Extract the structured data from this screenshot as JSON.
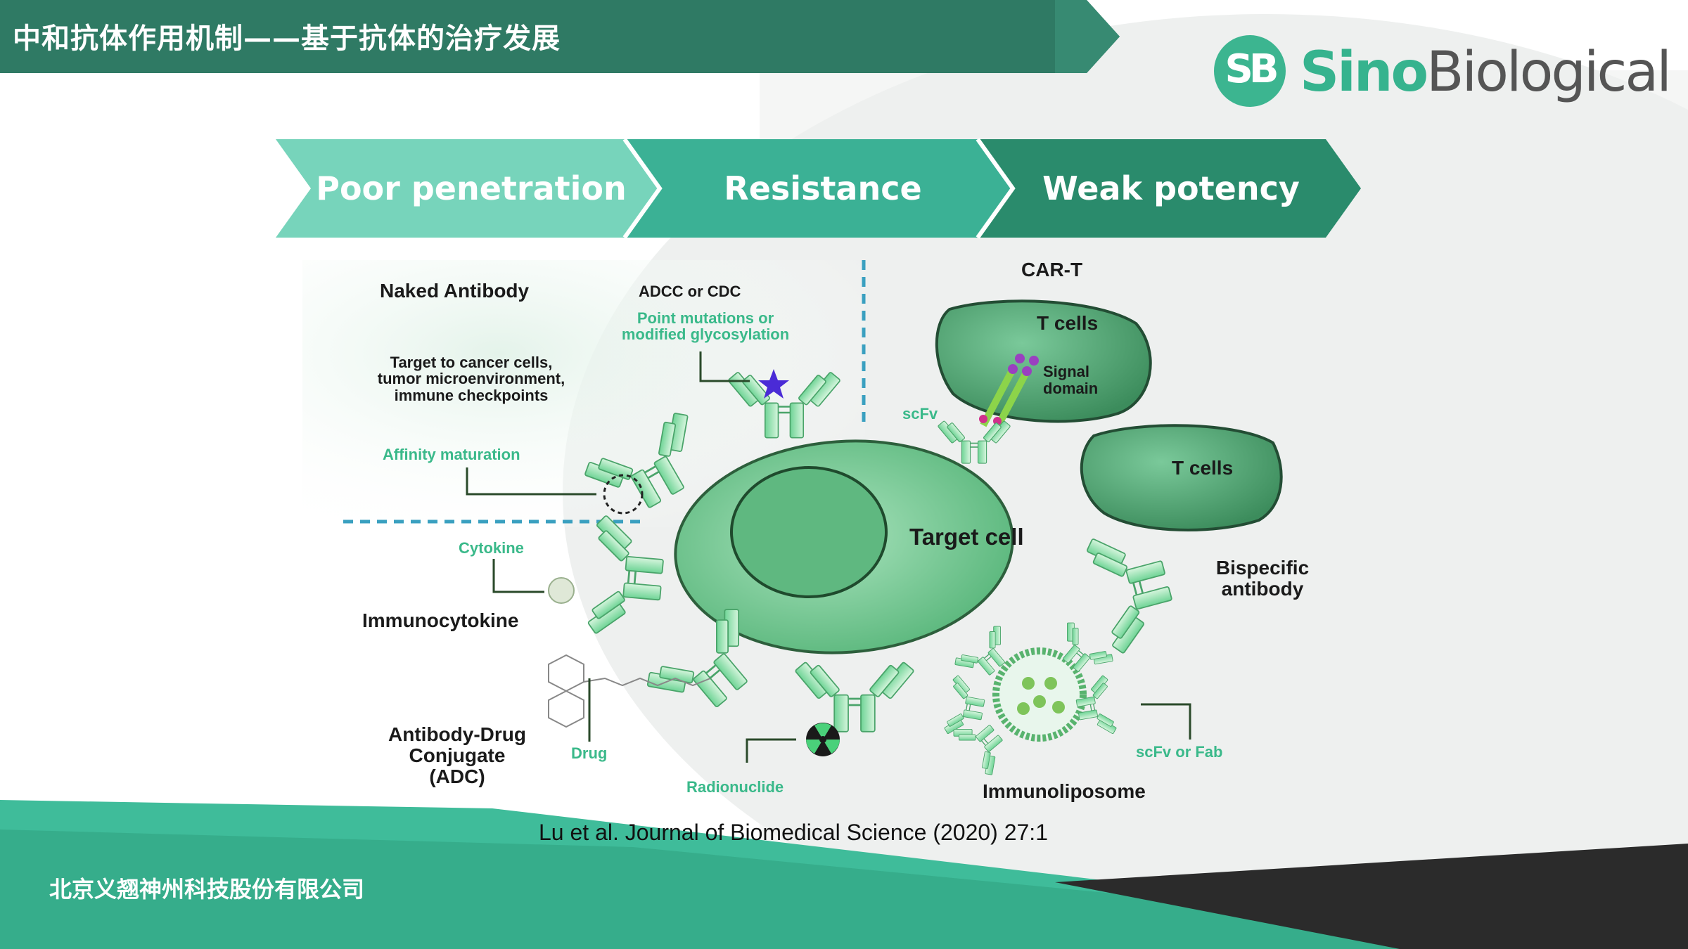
{
  "header": {
    "title": "中和抗体作用机制——基于抗体的治疗发展"
  },
  "logo": {
    "badge": "SB",
    "brand_green": "Sino",
    "brand_gray": "Biological"
  },
  "steps": [
    {
      "label": "Poor penetration",
      "color": "#77d4bb"
    },
    {
      "label": "Resistance",
      "color": "#3bb195"
    },
    {
      "label": "Weak potency",
      "color": "#2a8b6c"
    }
  ],
  "diagram": {
    "naked_antibody": "Naked Antibody",
    "adcc": "ADCC or CDC",
    "point_mutations": [
      "Point mutations or",
      "modified glycosylation"
    ],
    "target_to": [
      "Target to cancer cells,",
      "tumor microenvironment,",
      "immune checkpoints"
    ],
    "affinity": "Affinity maturation",
    "cart": "CAR-T",
    "tcells_1": "T cells",
    "signal": [
      "Signal",
      "domain"
    ],
    "scfv": "scFv",
    "tcells_2": "T cells",
    "target_cell": "Target cell",
    "bispecific": [
      "Bispecific",
      "antibody"
    ],
    "cytokine": "Cytokine",
    "immunocytokine": "Immunocytokine",
    "adc": [
      "Antibody-Drug",
      "Conjugate",
      "(ADC)"
    ],
    "drug": "Drug",
    "radionuclide": "Radionuclide",
    "scfv_fab": "scFv or Fab",
    "immunoliposome": "Immunoliposome"
  },
  "citation": "Lu et al. Journal of Biomedical Science (2020) 27:1",
  "footer": {
    "company": "北京义翘神州科技股份有限公司"
  }
}
